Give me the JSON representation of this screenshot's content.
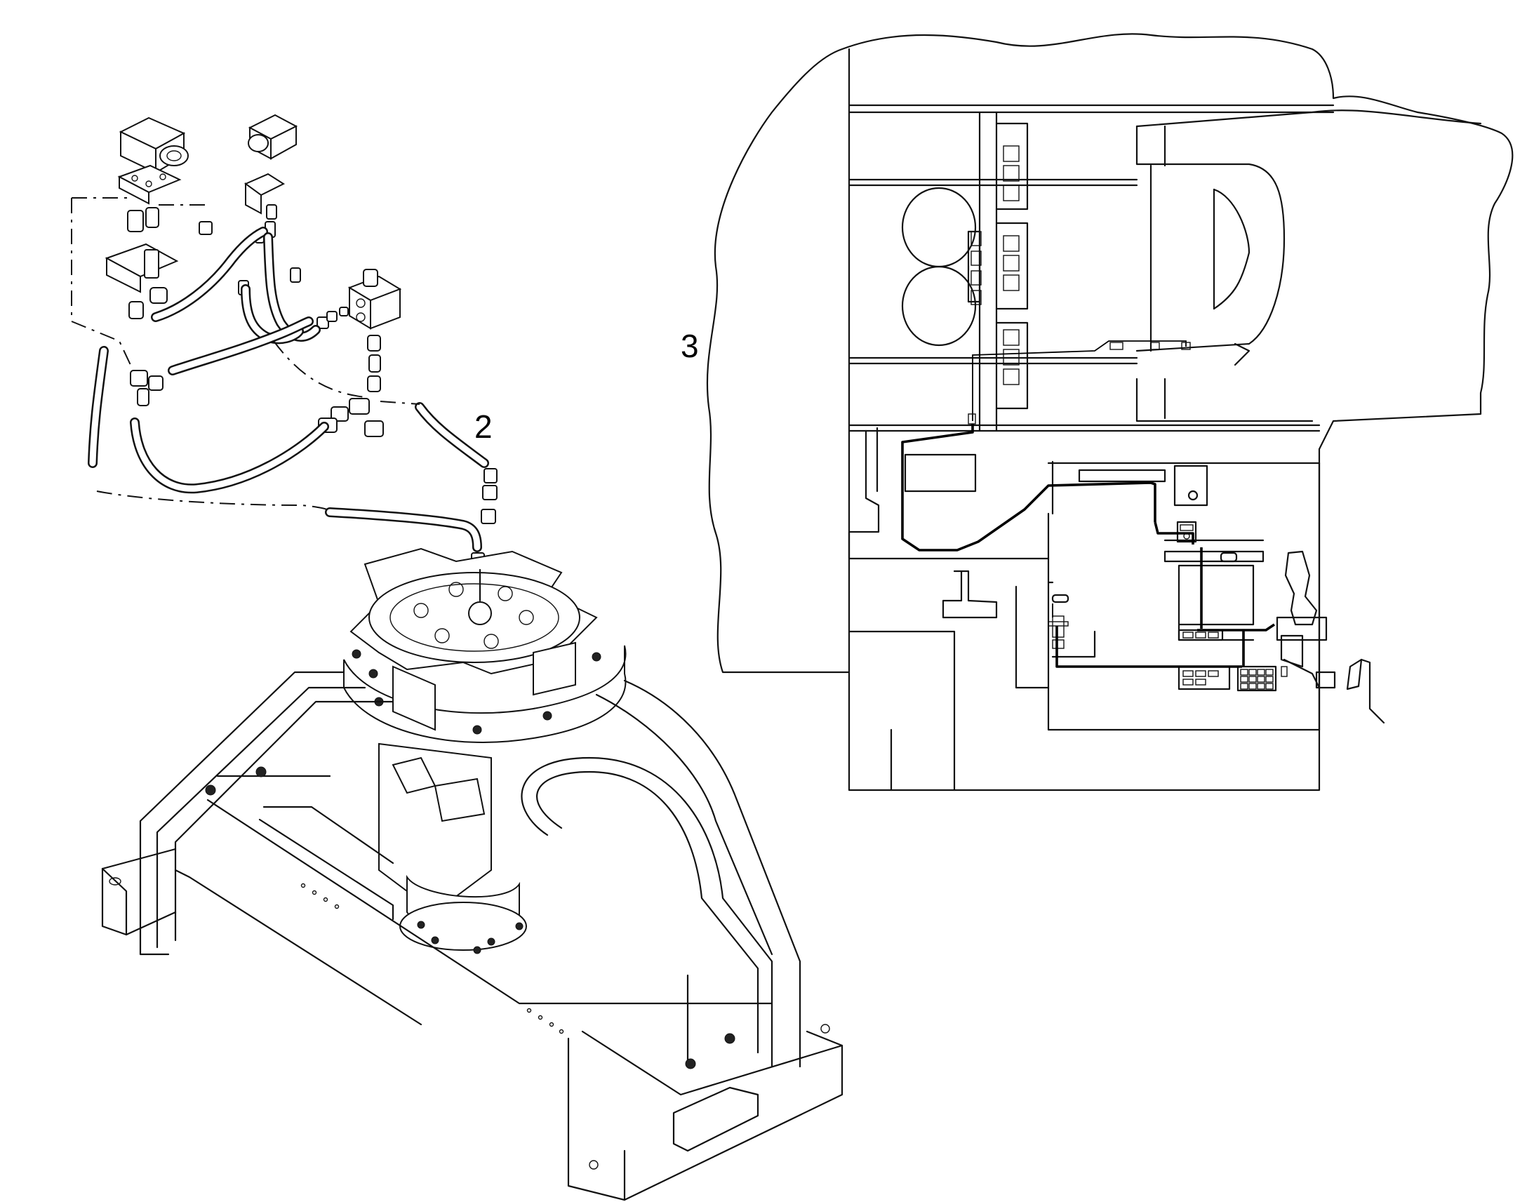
{
  "diagram": {
    "callouts": [
      {
        "id": "2",
        "label": "2"
      },
      {
        "id": "3",
        "label": "3"
      }
    ],
    "views": [
      {
        "name": "hydraulic-assembly-view",
        "labelled_by": "2"
      },
      {
        "name": "wiring-plan-view",
        "labelled_by": "3"
      }
    ]
  }
}
